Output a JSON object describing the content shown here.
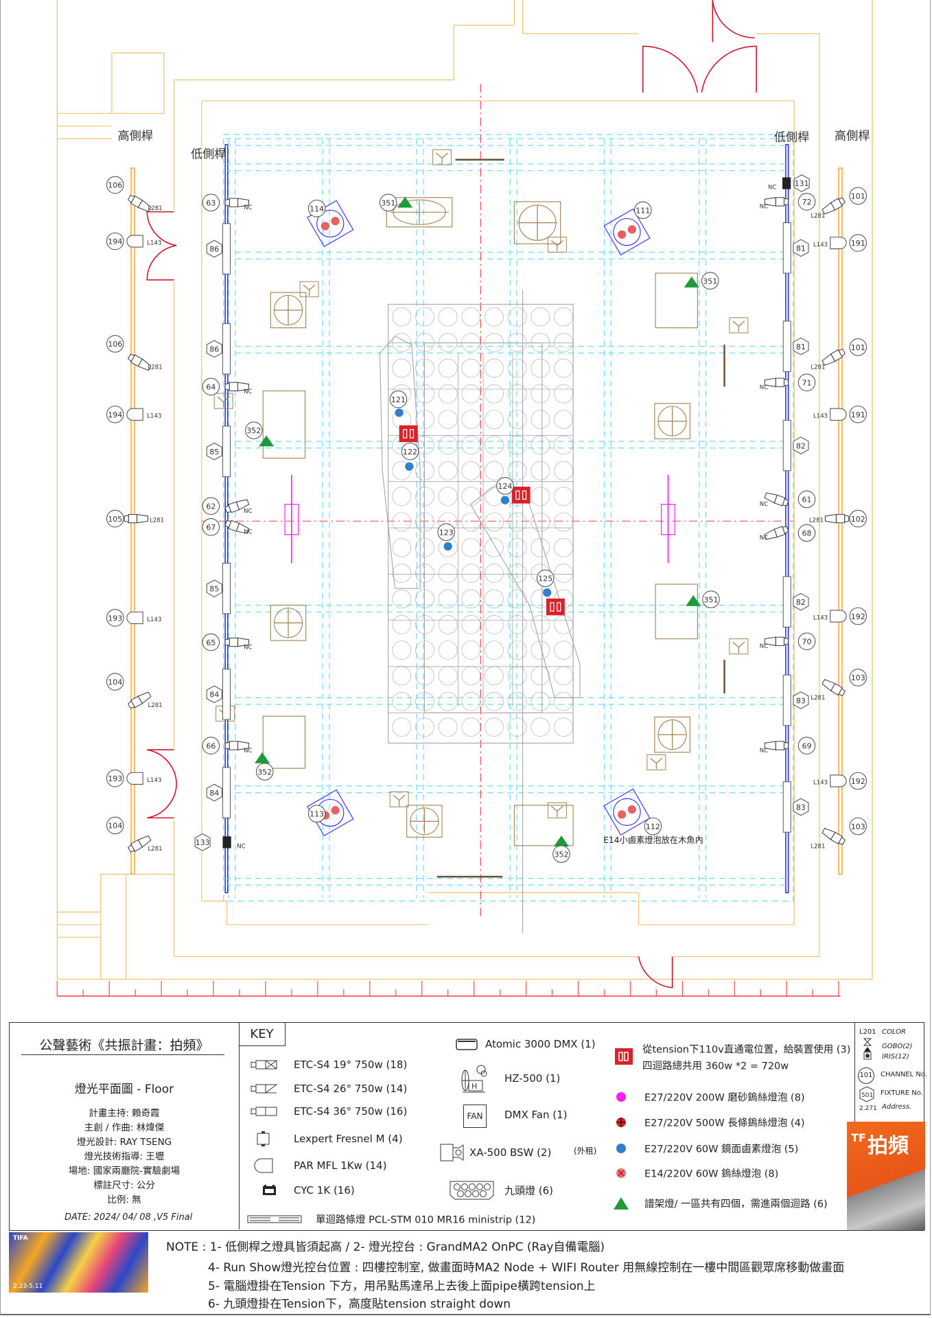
{
  "colors": {
    "wall": "#f2c46a",
    "high_pipe": "#f5a030",
    "low_pipe": "#1a1aff",
    "grid": "#6fdcff",
    "door": "#d0021b",
    "centerline": "#ff4d4d",
    "set_piece": "#a08050",
    "stage": "#9a9a9a",
    "power_box": "#d8232a",
    "bulb_200w": "#ff22ee",
    "bulb_60w_mirror": "#2f7fd0",
    "bulb_e14": "#e86060",
    "stand_light": "#1f9a3a"
  },
  "plan": {
    "labels": {
      "high_pipe_left": "高側桿",
      "high_pipe_right": "高側桿",
      "low_pipe_left": "低側桿",
      "low_pipe_right": "低側桿",
      "e14_note": "E14小鹵素燈泡放在木魚內"
    },
    "left_high": [
      {
        "ch": "106",
        "focus": "L281"
      },
      {
        "ch": "194",
        "focus": "L143"
      },
      {
        "ch": "106",
        "focus": "L281"
      },
      {
        "ch": "194",
        "focus": "L143"
      },
      {
        "ch": "105",
        "focus": "L281"
      },
      {
        "ch": "193",
        "focus": "L143"
      },
      {
        "ch": "104",
        "focus": "L281"
      },
      {
        "ch": "193",
        "focus": "L143"
      },
      {
        "ch": "104",
        "focus": "L281"
      }
    ],
    "right_high": [
      {
        "ch": "101",
        "focus": "L281"
      },
      {
        "ch": "191",
        "focus": "L143"
      },
      {
        "ch": "101",
        "focus": "L281"
      },
      {
        "ch": "191",
        "focus": "L143"
      },
      {
        "ch": "102",
        "focus": "L281"
      },
      {
        "ch": "192",
        "focus": "L143"
      },
      {
        "ch": "103",
        "focus": "L281"
      },
      {
        "ch": "192",
        "focus": "L143"
      },
      {
        "ch": "103",
        "focus": "L281"
      }
    ],
    "left_low_spots": [
      {
        "ch": "63",
        "focus": "NC"
      },
      {
        "ch": "64",
        "focus": "NC"
      },
      {
        "ch": "62",
        "focus": "NC"
      },
      {
        "ch": "67",
        "focus": "NC"
      },
      {
        "ch": "65",
        "focus": "NC"
      },
      {
        "ch": "66",
        "focus": "NC"
      }
    ],
    "right_low_spots": [
      {
        "ch": "72",
        "focus": "NC"
      },
      {
        "ch": "71",
        "focus": "NC"
      },
      {
        "ch": "61",
        "focus": "NC"
      },
      {
        "ch": "68",
        "focus": "NC"
      },
      {
        "ch": "70",
        "focus": "NC"
      },
      {
        "ch": "69",
        "focus": "NC"
      }
    ],
    "left_low_strips": [
      "86",
      "86",
      "85",
      "85",
      "84",
      "84"
    ],
    "right_low_strips": [
      "81",
      "81",
      "82",
      "82",
      "83",
      "83"
    ],
    "cyc_units": [
      {
        "ch": "133",
        "focus": "NC"
      },
      {
        "ch": "131",
        "focus": "NC"
      }
    ],
    "center_channels": [
      "114",
      "351",
      "111",
      "351",
      "352",
      "121",
      "122",
      "124",
      "123",
      "125",
      "351",
      "352",
      "113",
      "352",
      "112"
    ]
  },
  "title_block": {
    "title": "公聲藝術《共振計畫：拍頻》",
    "subtitle": "燈光平面圖 - Floor",
    "credits": [
      "計畫主持: 賴奇霞",
      "主創 / 作曲: 林煒傑",
      "燈光設計: RAY TSENG",
      "燈光技術指導: 王壢",
      "場地: 國家兩廳院-實驗劇場",
      "標註尺寸: 公分",
      "比例: 無"
    ],
    "date": "DATE: 2024/ 04/ 08 ,V5 Final"
  },
  "key": {
    "heading": "KEY",
    "fixtures": [
      {
        "icon": "etc-s4-19-icon",
        "label": "ETC-S4  19° 750w (18)"
      },
      {
        "icon": "etc-s4-26-icon",
        "label": "ETC-S4 26° 750w (14)"
      },
      {
        "icon": "etc-s4-36-icon",
        "label": "ETC-S4 36° 750w (16)"
      },
      {
        "icon": "fresnel-icon",
        "label": "Lexpert Fresnel M (4)"
      },
      {
        "icon": "par-icon",
        "label": "PAR MFL 1Kw (14)"
      },
      {
        "icon": "cyc-icon",
        "label": "CYC 1K (16)"
      }
    ],
    "ministrip": "單迴路條燈 PCL-STM 010 MR16 ministrip (12)",
    "devices": [
      {
        "icon": "strobe-icon",
        "label": "Atomic 3000 DMX (1)"
      },
      {
        "icon": "hazer-icon",
        "label": "HZ-500 (1)"
      },
      {
        "icon": "fan-icon",
        "label": "DMX Fan (1)",
        "icon_text": "FAN"
      },
      {
        "icon": "xenon-icon",
        "label": "XA-500 BSW (2)",
        "suffix": "(外租)"
      },
      {
        "icon": "nine-head-icon",
        "label": "九頭燈 (6)"
      }
    ],
    "power": {
      "line1": "從tension下110v直通電位置，給裝置使用 (3)",
      "line2": "四迴路總共用 360w *2 = 720w"
    },
    "bulbs": [
      {
        "icon": "magenta-dot-icon",
        "label": "E27/220V 200W 磨砂鎢絲燈泡 (8)"
      },
      {
        "icon": "red-cross-dot-icon",
        "label": "E27/220V 500W 長條鎢絲燈泡 (4)"
      },
      {
        "icon": "blue-dot-icon",
        "label": "E27/220V 60W 鏡面鹵素燈泡 (5)"
      },
      {
        "icon": "x-dot-icon",
        "label": "E14/220V 60W 鎢絲燈泡 (8)"
      },
      {
        "icon": "green-triangle-icon",
        "label": "譜架燈/ 一區共有四個，需進兩個迴路 (6)"
      }
    ],
    "symbol_legend": {
      "color_code": "L201",
      "color": "COLOR",
      "gobo": "GOBO(2)",
      "iris": "IRIS(12)",
      "channel_sample": "101",
      "channel": "CHANNEL No.",
      "fixture_sample": "501",
      "fixture": "FIXTURE No.",
      "address_sample": "2.271",
      "address": "Address."
    },
    "book_cover": {
      "brand": "TF",
      "title": "拍頻"
    }
  },
  "poster": {
    "brand": "TIFA",
    "dates": "2.23-5.11"
  },
  "notes": [
    "NOTE : 1- 低側桿之燈具皆須起高 / 2- 燈光控台 : GrandMA2 OnPC (Ray自備電腦)",
    "4- Run Show燈光控台位置 : 四樓控制室, 做畫面時MA2 Node + WIFI Router 用無線控制在一樓中間區觀眾席移動做畫面",
    "5- 電腦燈掛在Tension 下方，用吊點馬達吊上去後上面pipe橫跨tension上",
    "6- 九頭燈掛在Tension下，高度貼tension straight down"
  ]
}
